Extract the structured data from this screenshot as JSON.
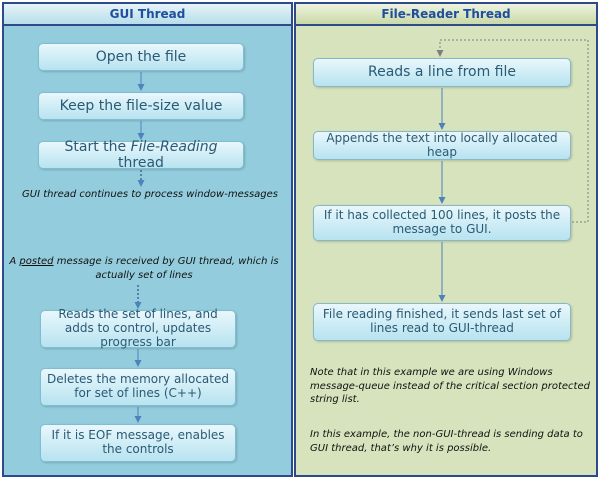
{
  "left": {
    "header": "GUI Thread",
    "boxes": {
      "open": "Open the file",
      "keep": "Keep the file-size value",
      "start_prefix": "Start the ",
      "start_em": "File-Reading",
      "start_suffix": " thread",
      "reads": "Reads the set of lines, and adds to control, updates progress bar",
      "deletes": "Deletes the memory allocated for set of lines (C++)",
      "eof": "If it is EOF message, enables the controls"
    },
    "note_continues": "GUI thread continues to process window-messages",
    "note_posted_prefix": "A ",
    "note_posted_word": "posted",
    "note_posted_suffix": " message is received by GUI thread, which is actually set of lines"
  },
  "right": {
    "header": "File-Reader Thread",
    "boxes": {
      "reads_line": "Reads a line from file",
      "appends": "Appends the text into locally allocated heap",
      "collected": "If it has collected 100 lines, it posts the message to GUI.",
      "finished": "File reading finished, it sends last set of lines read to GUI-thread"
    },
    "note_queue": "Note that in this example we are using Windows message-queue instead of the critical  section protected string list.",
    "note_non_gui": "In this example, the non-GUI-thread is sending data to GUI thread, that’s why it is possible."
  },
  "colors": {
    "left_bg": "#93cddd",
    "right_bg": "#d6e3bc",
    "border": "#2d4b8a",
    "arrow": "#4f81bd",
    "box_text": "#2a5a74",
    "header_text": "#1f4e9e"
  }
}
